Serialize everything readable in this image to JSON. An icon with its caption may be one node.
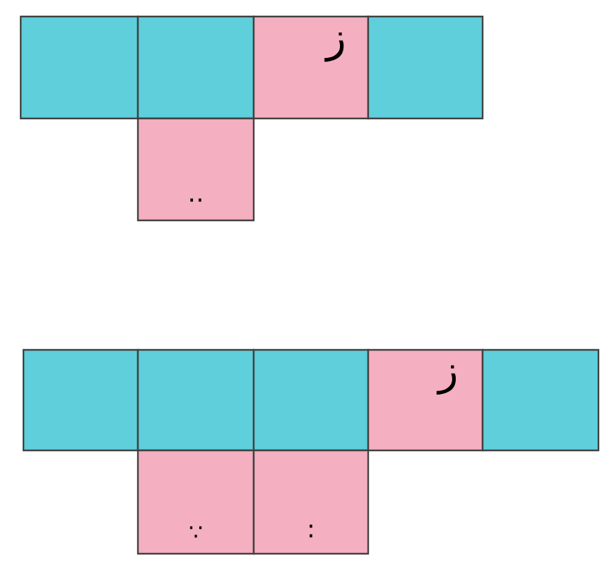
{
  "diagram": {
    "nodes": [
      {
        "text": [],
        "shape": "box"
      },
      {
        "text": [],
        "shape": "box"
      },
      {
        "text": [
          "ز"
        ]
      },
      {
        "text": [],
        "shape": "box"
      },
      {
        "text": [
          "‥"
        ]
      },
      {
        "text": [],
        "shape": "box"
      },
      {
        "text": [],
        "shape": "box"
      },
      {
        "text": [],
        "shape": "box"
      },
      {
        "text": [
          "ز"
        ]
      },
      {
        "text": [],
        "shape": "box"
      },
      {
        "text": [
          "∵"
        ]
      },
      {
        "text": [
          ":"
        ]
      }
    ]
  }
}
